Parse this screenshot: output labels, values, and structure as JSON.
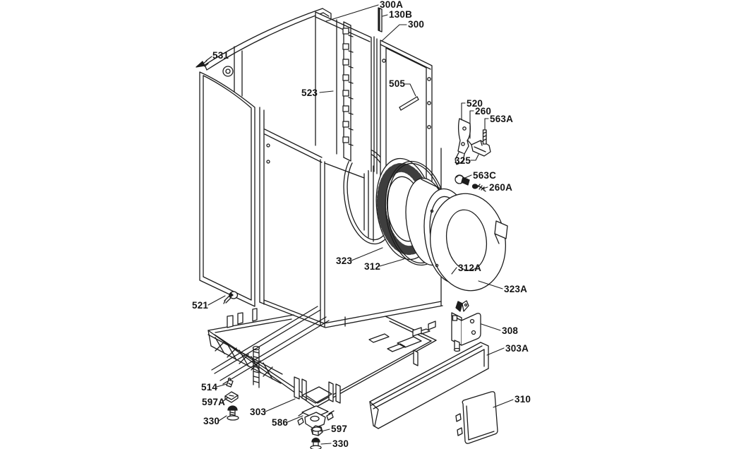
{
  "figure": {
    "background_color": "#ffffff",
    "line_color": "#1c1c1c",
    "label_color": "#141414"
  },
  "labels": [
    {
      "text": "300A"
    },
    {
      "text": "130B"
    },
    {
      "text": "300"
    },
    {
      "text": "531"
    },
    {
      "text": "523"
    },
    {
      "text": "505"
    },
    {
      "text": "520"
    },
    {
      "text": "260"
    },
    {
      "text": "563A"
    },
    {
      "text": "325"
    },
    {
      "text": "563C"
    },
    {
      "text": "260A"
    },
    {
      "text": "323"
    },
    {
      "text": "312"
    },
    {
      "text": "312A"
    },
    {
      "text": "323A"
    },
    {
      "text": "521"
    },
    {
      "text": "308"
    },
    {
      "text": "303A"
    },
    {
      "text": "514"
    },
    {
      "text": "597A"
    },
    {
      "text": "330"
    },
    {
      "text": "303"
    },
    {
      "text": "586"
    },
    {
      "text": "597"
    },
    {
      "text": "330"
    },
    {
      "text": "310"
    }
  ]
}
